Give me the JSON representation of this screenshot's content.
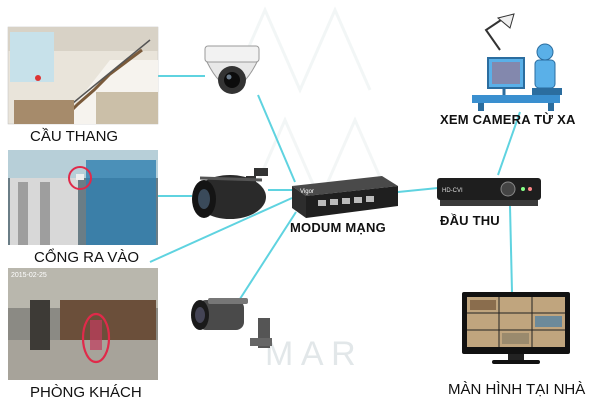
{
  "labels": {
    "stairs": "CẦU THANG",
    "gate": "CỔNG RA VÀO",
    "living_room": "PHÒNG KHÁCH",
    "router": "MODUM MẠNG",
    "recorder": "ĐẦU THU",
    "remote_view": "XEM CAMERA TỪ XA",
    "home_monitor": "MÀN HÌNH TẠI NHÀ"
  },
  "device_text": {
    "router_brand": "Vigor",
    "recorder_brand": "HD-CVI",
    "cctv_timestamp": "2015-02-25"
  },
  "watermark": "M A R",
  "colors": {
    "connection_line": "#5fd3e0",
    "label_text": "#111111"
  }
}
